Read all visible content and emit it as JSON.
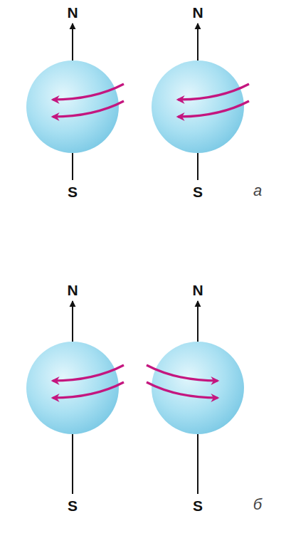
{
  "diagram": {
    "labels": [
      "N",
      "N",
      "S",
      "S",
      "а",
      "N",
      "N",
      "S",
      "S",
      "б"
    ]
  }
}
